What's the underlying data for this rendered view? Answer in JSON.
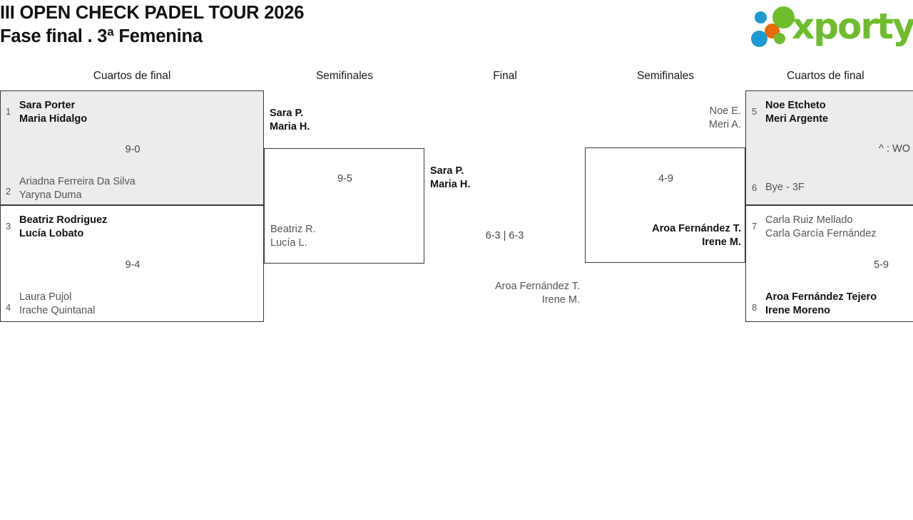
{
  "header": {
    "title_line1": "III OPEN CHECK PADEL TOUR 2026",
    "title_line2": "Fase final . 3ª Femenina",
    "logo_text": "xporty"
  },
  "rounds": [
    {
      "label": "Cuartos de final",
      "side": "left"
    },
    {
      "label": "Semifinales",
      "side": "left"
    },
    {
      "label": "Final",
      "side": "center"
    },
    {
      "label": "Semifinales",
      "side": "right"
    },
    {
      "label": "Cuartos de final",
      "side": "right"
    }
  ],
  "matches": {
    "qf1": {
      "seed_top": "1",
      "top_p1": "Sara Porter",
      "top_p2": "Maria Hidalgo",
      "seed_bottom": "2",
      "bottom_p1": "Ariadna Ferreira Da Silva",
      "bottom_p2": "Yaryna Duma",
      "score": "9-0"
    },
    "qf2": {
      "seed_top": "3",
      "top_p1": "Beatriz Rodriguez",
      "top_p2": "Lucía Lobato",
      "seed_bottom": "4",
      "bottom_p1": "Laura Pujol",
      "bottom_p2": "Irache Quintanal",
      "score": "9-4"
    },
    "sf_left": {
      "top_p1": "Sara P.",
      "top_p2": "Maria H.",
      "bottom_p1": "Beatriz R.",
      "bottom_p2": "Lucía L.",
      "score": "9-5"
    },
    "final": {
      "left_p1": "Sara P.",
      "left_p2": "Maria H.",
      "right_p1": "Aroa Fernández T.",
      "right_p2": "Irene M.",
      "score": "6-3 | 6-3"
    },
    "sf_right": {
      "top_p1": "Noe E.",
      "top_p2": "Meri A.",
      "bottom_p1": "Aroa Fernández T.",
      "bottom_p2": "Irene M.",
      "score": "4-9"
    },
    "qf3": {
      "seed_top": "5",
      "top_p1": "Noe Etcheto",
      "top_p2": "Meri Argente",
      "seed_bottom": "6",
      "bottom_p1": "Bye - 3F",
      "bottom_p2": "",
      "score": "^ : WO"
    },
    "qf4": {
      "seed_top": "7",
      "top_p1": "Carla Ruiz Mellado",
      "top_p2": "Carla García Fernández",
      "seed_bottom": "8",
      "bottom_p1": "Aroa Fernández Tejero",
      "bottom_p2": "Irene Moreno",
      "score": "5-9"
    }
  },
  "colors": {
    "shaded_row": "#ececec",
    "border": "#3a3a3a",
    "winner_text": "#111111",
    "loser_text": "#555555",
    "logo_green": "#6fbd2c",
    "logo_blue": "#1b9ad6",
    "logo_orange": "#e8690b"
  }
}
